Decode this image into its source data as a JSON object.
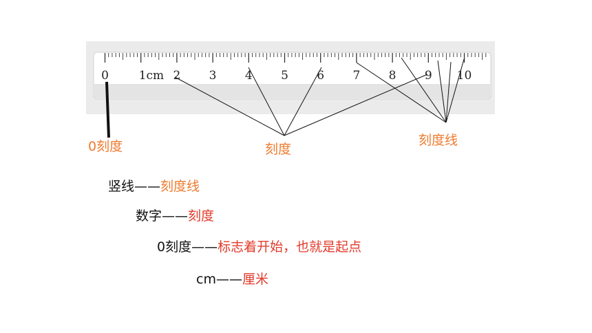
{
  "ruler": {
    "numbers": [
      "0",
      "1cm",
      "2",
      "3",
      "4",
      "5",
      "6",
      "7",
      "8",
      "9",
      "10"
    ]
  },
  "callouts": {
    "zero_mark": "0刻度",
    "scale_numbers": "刻度",
    "scale_lines": "刻度线"
  },
  "legend": [
    {
      "term": "竖线",
      "dash": "——",
      "meaning": "刻度线",
      "color": "#ee7a2e"
    },
    {
      "term": "数字",
      "dash": "——",
      "meaning": "刻度",
      "color": "#e23a2a"
    },
    {
      "term": "0刻度",
      "dash": "——",
      "meaning": "标志着开始，也就是起点",
      "color": "#e23a2a"
    },
    {
      "term": "cm",
      "dash": "——",
      "meaning": "厘米",
      "color": "#e23a2a"
    }
  ],
  "colors": {
    "orange": "#ee7a2e",
    "red": "#e23a2a",
    "ruler_bg": "#ebebeb"
  }
}
